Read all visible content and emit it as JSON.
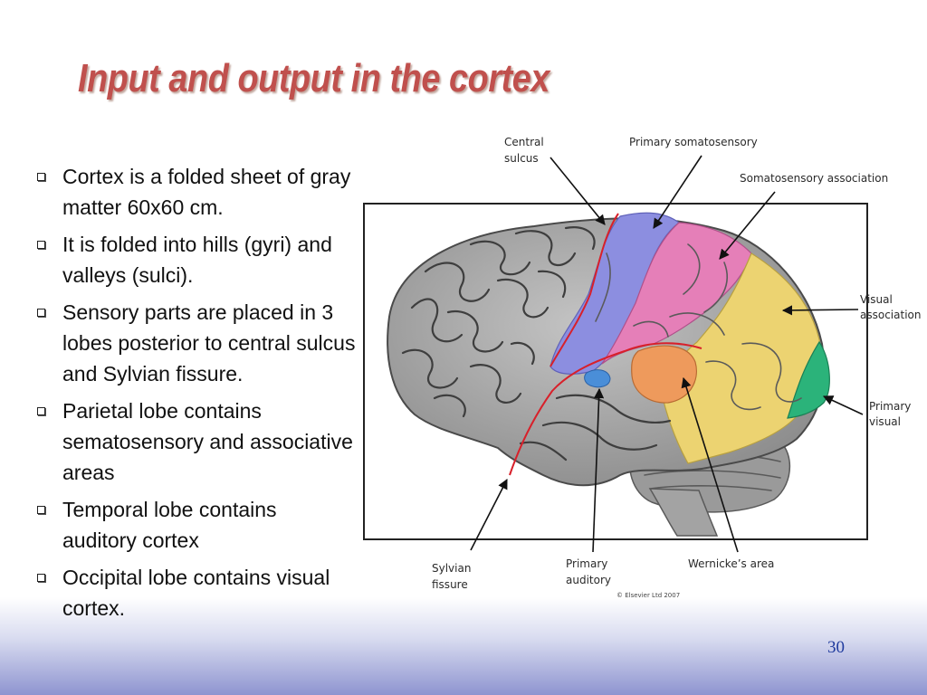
{
  "slide": {
    "title": "Input and output in the cortex",
    "page_number": "30"
  },
  "bullets": [
    "Cortex is a folded sheet of gray matter 60x60 cm.",
    "It is folded into hills (gyri) and valleys (sulci).",
    "Sensory parts are placed in 3 lobes posterior to central sulcus and Sylvian fissure.",
    "Parietal lobe contains sematosensory and associative areas",
    "Temporal lobe contains auditory cortex",
    "Occipital lobe contains visual cortex."
  ],
  "diagram": {
    "labels": {
      "central_sulcus": [
        "Central",
        "sulcus"
      ],
      "primary_somatosensory": "Primary somatosensory",
      "somatosensory_association": "Somatosensory association",
      "visual_association": [
        "Visual",
        "association"
      ],
      "primary_visual": [
        "Primary",
        "visual"
      ],
      "wernickes_area": "Wernicke’s area",
      "primary_auditory": [
        "Primary",
        "auditory"
      ],
      "sylvian_fissure": [
        "Sylvian",
        "fissure"
      ]
    },
    "copyright": "© Elsevier Ltd 2007",
    "colors": {
      "primary_somatosensory": "#8c8ee0",
      "somatosensory_association": "#e57fb8",
      "visual_association": "#ecd371",
      "primary_visual": "#2bb37a",
      "wernickes_area": "#ee9a5c",
      "primary_auditory": "#4a8ed8",
      "sulcus_line": "#d8202a",
      "brain_gray": "#a9a9a9"
    }
  }
}
